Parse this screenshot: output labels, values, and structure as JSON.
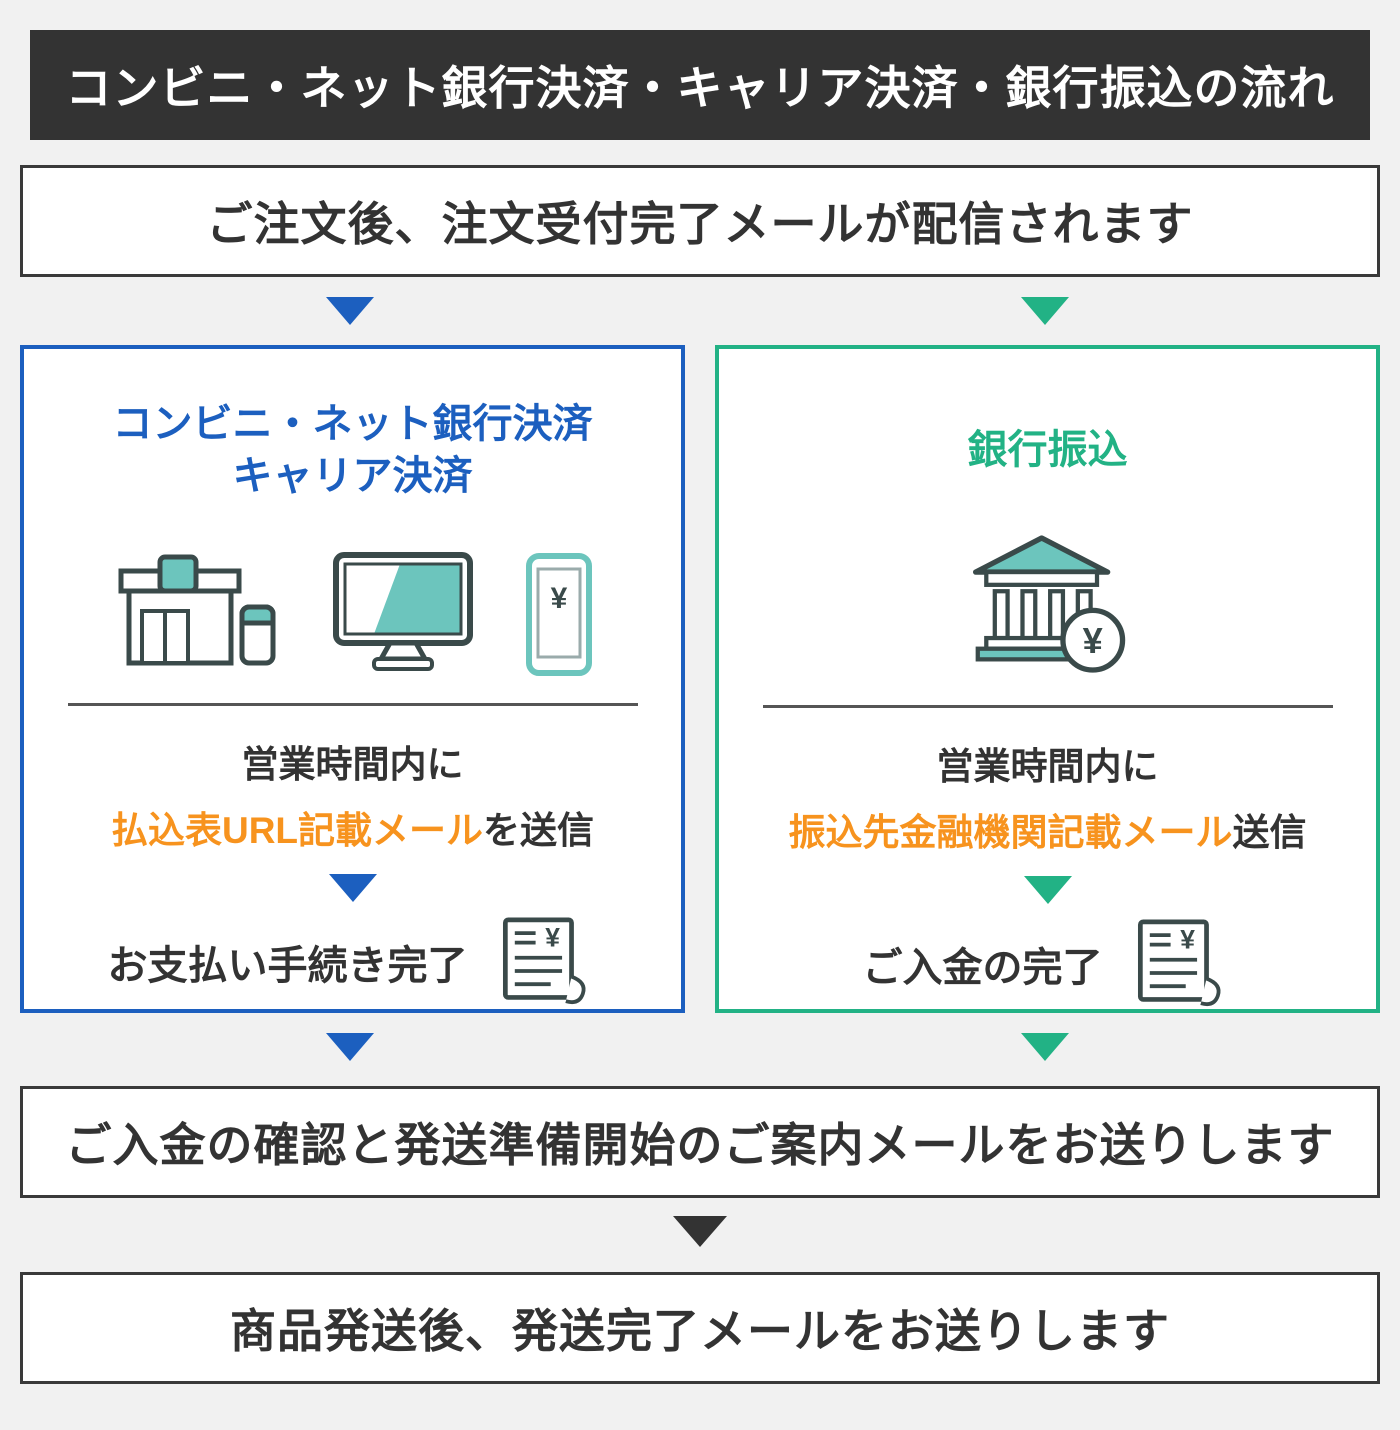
{
  "colors": {
    "dark": "#333333",
    "blue": "#1c5fbf",
    "green": "#22b285",
    "teal": "#6cc5bd",
    "orange": "#f7931e",
    "background": "#f1f1f1"
  },
  "header": {
    "title": "コンビニ・ネット銀行決済・キャリア決済・銀行振込の流れ"
  },
  "flow": {
    "order_step": "ご注文後、注文受付完了メールが配信されます",
    "confirm_step": "ご入金の確認と発送準備開始のご案内メールをお送りします",
    "ship_step": "商品発送後、発送完了メールをお送りします"
  },
  "left_column": {
    "title_line1": "コンビニ・ネット銀行決済",
    "title_line2": "キャリア決済",
    "hours_text": "営業時間内に",
    "mail_highlight": "払込表URL記載メール",
    "mail_suffix": "を送信",
    "complete_text": "お支払い手続き完了"
  },
  "right_column": {
    "title": "銀行振込",
    "hours_text": "営業時間内に",
    "mail_highlight": "振込先金融機関記載メール",
    "mail_suffix": "送信",
    "complete_text": "ご入金の完了"
  },
  "icons": {
    "yen": "¥"
  }
}
